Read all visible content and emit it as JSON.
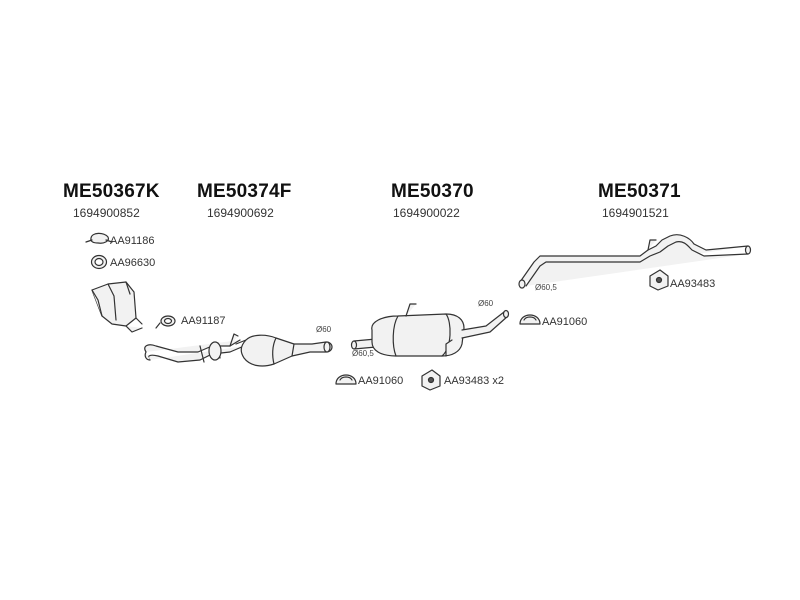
{
  "parts": [
    {
      "id": "ME50367K",
      "oe": "1694900852"
    },
    {
      "id": "ME50374F",
      "oe": "1694900692"
    },
    {
      "id": "ME50370",
      "oe": "1694900022"
    },
    {
      "id": "ME50371",
      "oe": "1694901521"
    }
  ],
  "accessories": {
    "a1": "AA91186",
    "a2": "AA96630",
    "a3": "AA91187",
    "a4": "AA91060",
    "a5": "AA93483 x2",
    "a6": "AA91060",
    "a7": "AA93483"
  },
  "diameters": {
    "d1": "Ø60",
    "d2": "Ø60",
    "d3": "Ø60,5",
    "d4": "Ø60,5"
  },
  "colors": {
    "line": "#333333",
    "fill": "#f2f2f2"
  }
}
